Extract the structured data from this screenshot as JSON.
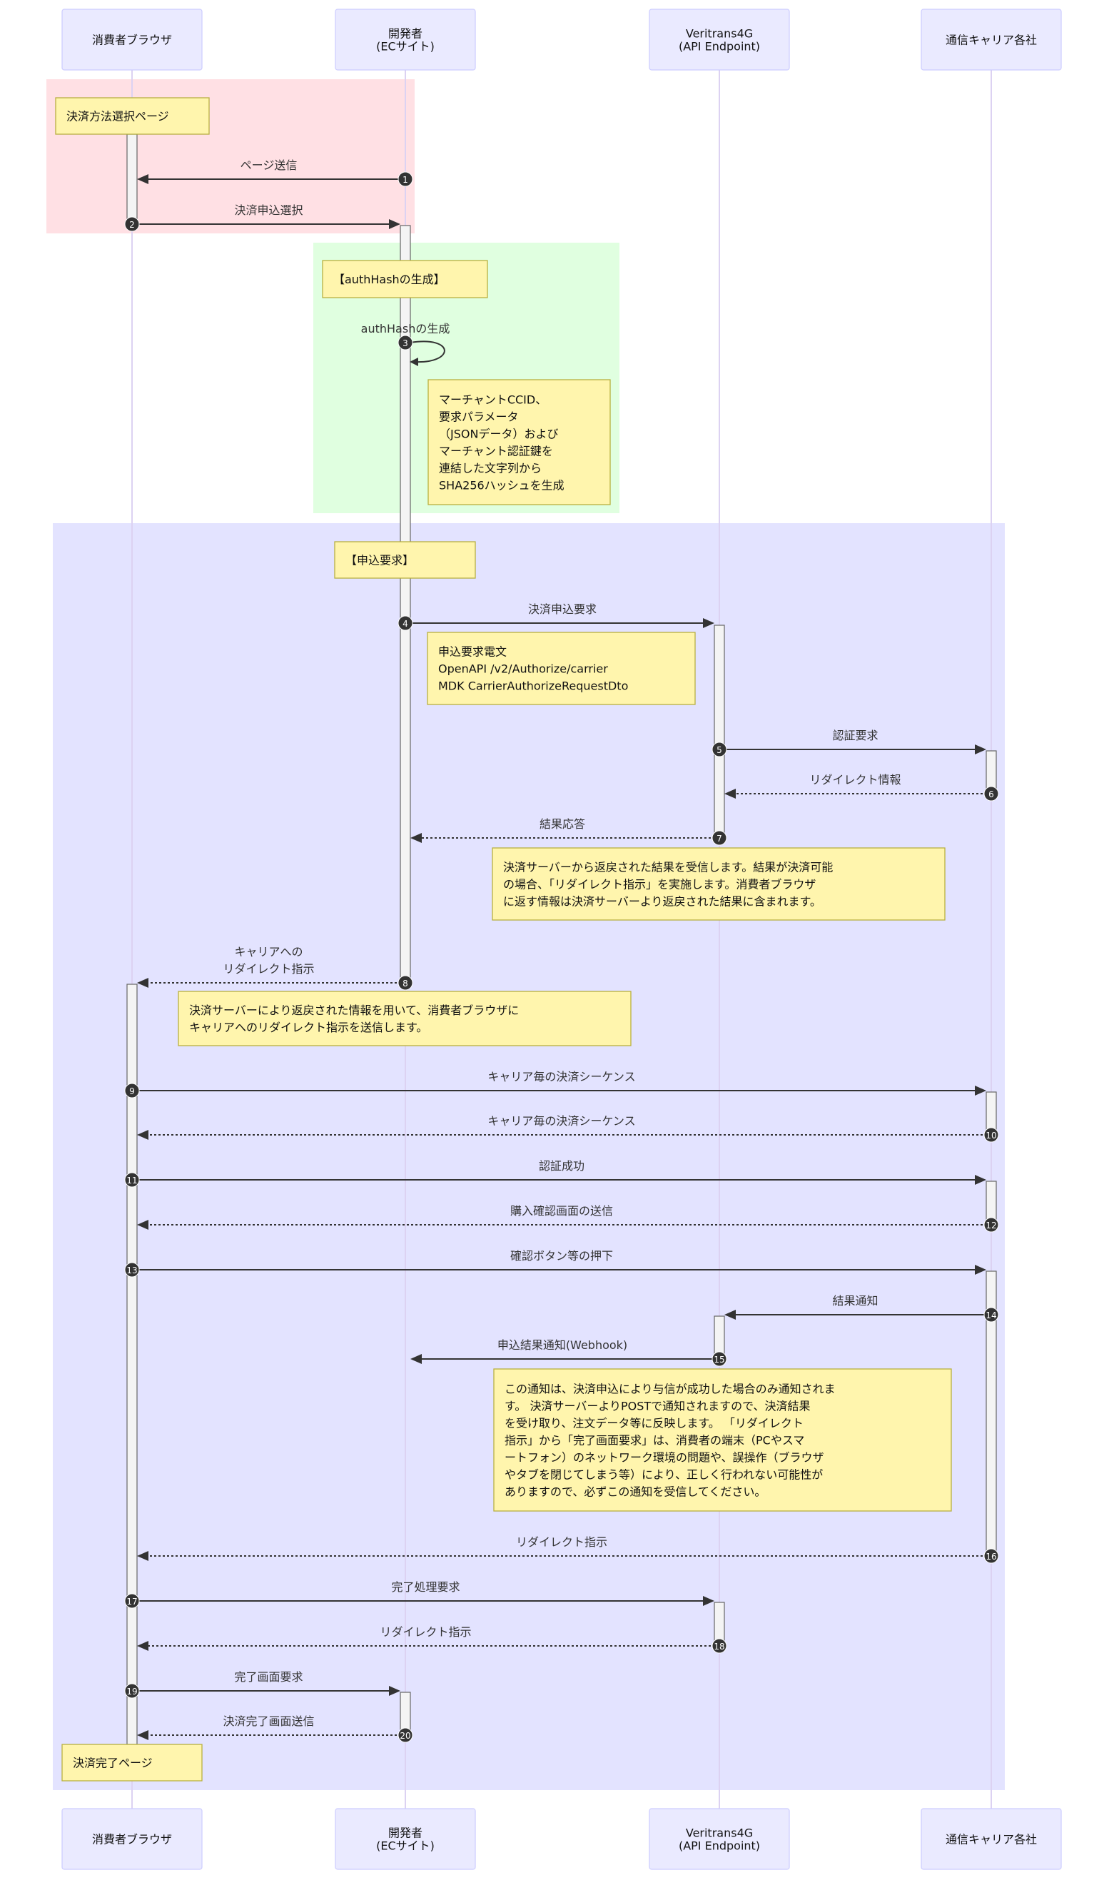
{
  "diagram": {
    "type": "sequence",
    "participants": [
      {
        "id": "browser",
        "label_lines": [
          "消費者ブラウザ"
        ]
      },
      {
        "id": "dev",
        "label_lines": [
          "開発者",
          "(ECサイト)"
        ]
      },
      {
        "id": "vt",
        "label_lines": [
          "Veritrans4G",
          "(API Endpoint)"
        ]
      },
      {
        "id": "carrier",
        "label_lines": [
          "通信キャリア各社"
        ]
      }
    ],
    "colors": {
      "section_1": "#ffe0e4",
      "section_2": "#e0ffe0",
      "section_3": "#e3e3ff",
      "note": "#fff5ad",
      "actor": "#eaeaff",
      "line": "#333333"
    },
    "notes": [
      {
        "over": "browser",
        "lines": [
          "決済方法選択ページ"
        ]
      },
      {
        "over": "dev",
        "lines": [
          "【authHashの生成】"
        ]
      },
      {
        "right_of": "dev",
        "lines": [
          "マーチャントCCID、",
          "要求パラメータ",
          "（JSONデータ）および",
          "マーチャント認証鍵を",
          "連結した文字列から",
          "SHA256ハッシュを生成"
        ]
      },
      {
        "over": "dev",
        "lines": [
          "【申込要求】"
        ]
      },
      {
        "right_of": "dev",
        "lines": [
          "申込要求電文",
          "OpenAPI /v2/Authorize/carrier",
          "MDK CarrierAuthorizeRequestDto"
        ]
      },
      {
        "over": "dev-vt",
        "lines": [
          "決済サーバーから返戻された結果を受信します。結果が決済可能",
          "の場合、「リダイレクト指示」を実施します。消費者ブラウザ",
          "に返す情報は決済サーバーより返戻された結果に含まれます。"
        ]
      },
      {
        "over": "browser-dev",
        "lines": [
          "決済サーバーにより返戻された情報を用いて、消費者ブラウザに",
          "キャリアへのリダイレクト指示を送信します。"
        ]
      },
      {
        "over": "dev-vt",
        "lines": [
          "この通知は、決済申込により与信が成功した場合のみ通知されま",
          "す。 決済サーバーよりPOSTで通知されますので、決済結果",
          "を受け取り、注文データ等に反映します。 「リダイレクト",
          "指示」から「完了画面要求」は、消費者の端末（PCやスマ",
          "ートフォン）のネットワーク環境の問題や、誤操作（ブラウザ",
          "やタブを閉じてしまう等）により、正しく行われない可能性が",
          "ありますので、必ずこの通知を受信してください。"
        ]
      },
      {
        "over": "browser",
        "lines": [
          "決済完了ページ"
        ]
      }
    ],
    "messages": [
      {
        "seq": "1",
        "from": "dev",
        "to": "browser",
        "style": "solid",
        "lines": [
          "ページ送信"
        ]
      },
      {
        "seq": "2",
        "from": "browser",
        "to": "dev",
        "style": "solid",
        "lines": [
          "決済申込選択"
        ]
      },
      {
        "seq": "3",
        "from": "dev",
        "to": "dev",
        "style": "solid",
        "lines": [
          "authHashの生成"
        ]
      },
      {
        "seq": "4",
        "from": "dev",
        "to": "vt",
        "style": "solid",
        "lines": [
          "決済申込要求"
        ]
      },
      {
        "seq": "5",
        "from": "vt",
        "to": "carrier",
        "style": "solid",
        "lines": [
          "認証要求"
        ]
      },
      {
        "seq": "6",
        "from": "carrier",
        "to": "vt",
        "style": "dotted",
        "lines": [
          "リダイレクト情報"
        ]
      },
      {
        "seq": "7",
        "from": "vt",
        "to": "dev",
        "style": "dotted",
        "lines": [
          "結果応答"
        ]
      },
      {
        "seq": "8",
        "from": "dev",
        "to": "browser",
        "style": "dotted",
        "lines": [
          "キャリアへの",
          "リダイレクト指示"
        ]
      },
      {
        "seq": "9",
        "from": "browser",
        "to": "carrier",
        "style": "solid",
        "lines": [
          "キャリア毎の決済シーケンス"
        ]
      },
      {
        "seq": "10",
        "from": "carrier",
        "to": "browser",
        "style": "dotted",
        "lines": [
          "キャリア毎の決済シーケンス"
        ]
      },
      {
        "seq": "11",
        "from": "browser",
        "to": "carrier",
        "style": "solid",
        "lines": [
          "認証成功"
        ]
      },
      {
        "seq": "12",
        "from": "carrier",
        "to": "browser",
        "style": "dotted",
        "lines": [
          "購入確認画面の送信"
        ]
      },
      {
        "seq": "13",
        "from": "browser",
        "to": "carrier",
        "style": "solid",
        "lines": [
          "確認ボタン等の押下"
        ]
      },
      {
        "seq": "14",
        "from": "carrier",
        "to": "vt",
        "style": "solid",
        "lines": [
          "結果通知"
        ]
      },
      {
        "seq": "15",
        "from": "vt",
        "to": "dev",
        "style": "solid",
        "lines": [
          "申込結果通知(Webhook)"
        ]
      },
      {
        "seq": "16",
        "from": "carrier",
        "to": "browser",
        "style": "dotted",
        "lines": [
          "リダイレクト指示"
        ]
      },
      {
        "seq": "17",
        "from": "browser",
        "to": "vt",
        "style": "solid",
        "lines": [
          "完了処理要求"
        ]
      },
      {
        "seq": "18",
        "from": "vt",
        "to": "browser",
        "style": "dotted",
        "lines": [
          "リダイレクト指示"
        ]
      },
      {
        "seq": "19",
        "from": "browser",
        "to": "dev",
        "style": "solid",
        "lines": [
          "完了画面要求"
        ]
      },
      {
        "seq": "20",
        "from": "dev",
        "to": "browser",
        "style": "dotted",
        "lines": [
          "決済完了画面送信"
        ]
      }
    ]
  }
}
